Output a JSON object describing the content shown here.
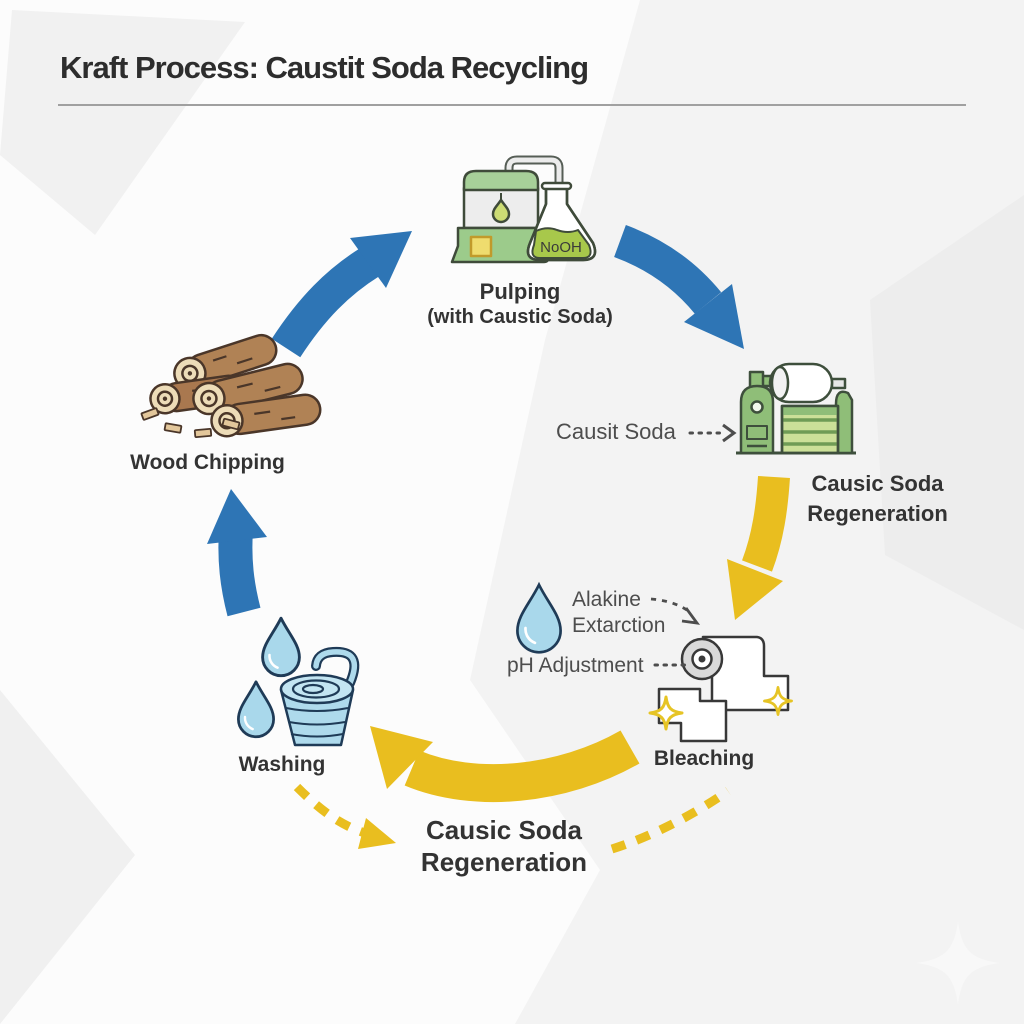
{
  "title": "Kraft Process: Caustit Soda Recycling",
  "colors": {
    "arrow_blue": "#2E75B5",
    "arrow_yellow": "#E9BE1F",
    "label_dark": "#333333",
    "annotation_gray": "#4D4D4D",
    "icon_green": "#8FBE78",
    "icon_light_green": "#CBE098",
    "icon_blue": "#A9D8EB",
    "icon_brown": "#B08255"
  },
  "stages": {
    "pulping": {
      "label": "Pulping",
      "sublabel": "(with Caustic Soda)",
      "flask_text": "NoOH"
    },
    "wood_chipping": {
      "label": "Wood Chipping"
    },
    "regeneration_right": {
      "line1": "Causic Soda",
      "line2": "Regeneration"
    },
    "bleaching": {
      "label": "Bleaching"
    },
    "washing": {
      "label": "Washing"
    },
    "regeneration_bottom": {
      "line1": "Causic Soda",
      "line2": "Regeneration"
    }
  },
  "annotations": {
    "caustic_input": "Causit Soda",
    "alkaline_line1": "Alakine",
    "alkaline_line2": "Extarction",
    "ph": "pH Adjustment"
  },
  "icons": {
    "pulping": "digester-tank-with-naoh-flask",
    "wood_chipping": "log-pile-with-chips",
    "regeneration_right": "paper-roller-machine",
    "bleaching": "paper-roll-with-sparkles",
    "washing": "water-drops-and-swirl-bucket",
    "bleach_droplet": "water-droplet"
  }
}
